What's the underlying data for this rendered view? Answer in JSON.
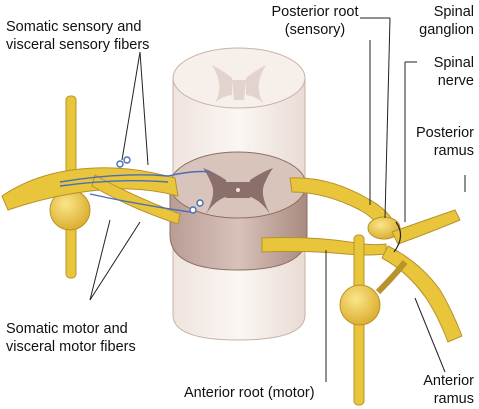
{
  "labels": {
    "somatic_sensory": [
      "Somatic sensory and",
      "visceral sensory fibers"
    ],
    "posterior_root": [
      "Posterior root",
      "(sensory)"
    ],
    "spinal_ganglion": [
      "Spinal",
      "ganglion"
    ],
    "spinal_nerve": [
      "Spinal",
      "nerve"
    ],
    "posterior_ramus": [
      "Posterior",
      "ramus"
    ],
    "somatic_motor": [
      "Somatic motor and",
      "visceral motor fibers"
    ],
    "anterior_root": "Anterior root (motor)",
    "anterior_ramus": [
      "Anterior",
      "ramus"
    ]
  },
  "colors": {
    "nerve_fill": "#e8c53a",
    "nerve_stroke": "#b8922a",
    "gray_matter": "#8b6f6a",
    "cord_section": "#b89a8e",
    "cord_background": "#f3e8e2",
    "sensory_fiber": "#4a6fb5",
    "leader_line": "#222222"
  }
}
